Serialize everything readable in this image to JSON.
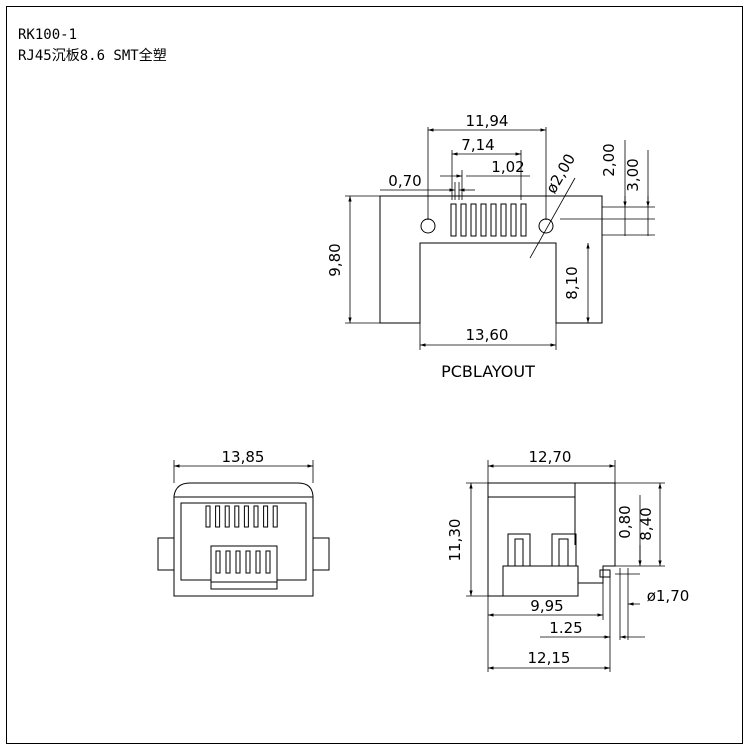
{
  "header": {
    "part_number": "RK100-1",
    "description": "RJ45沉板8.6 SMT全塑"
  },
  "pcb_layout": {
    "label": "PCBLAYOUT",
    "dims": {
      "overall_width": "11,94",
      "pin_span": "7,14",
      "pin_pitch": "1,02",
      "pin_width": "0,70",
      "hole_dia": "ø2,00",
      "hole_offset": "2,00",
      "pin_row_offset": "3,00",
      "height": "9,80",
      "cutout_depth": "8,10",
      "cutout_width": "13,60"
    }
  },
  "front_view": {
    "width": "13,85"
  },
  "side_view": {
    "length": "12,70",
    "height": "11,30",
    "peg_offset": "0,80",
    "sink_height": "8,40",
    "peg_dia": "ø1,70",
    "dim_a": "9,95",
    "dim_b": "1.25",
    "dim_c": "12,15"
  }
}
